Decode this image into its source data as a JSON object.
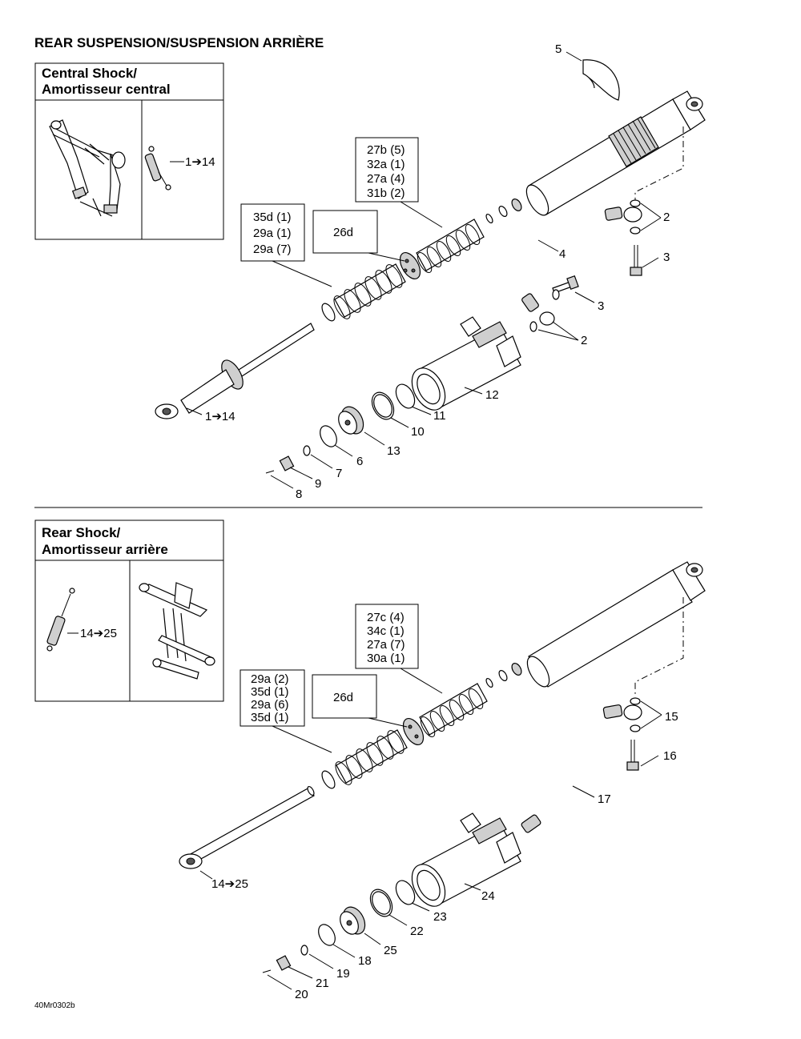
{
  "title": "REAR SUSPENSION/SUSPENSION ARRIÈRE",
  "reference": "40Mr0302b",
  "central_panel": {
    "title_line1": "Central Shock/",
    "title_line2": "Amortisseur central",
    "range_label": "1➔14"
  },
  "rear_panel": {
    "title_line1": "Rear Shock/",
    "title_line2": "Amortisseur arrière",
    "range_label": "14➔25"
  },
  "central_boxes": {
    "left": [
      "35d (1)",
      "29a (1)",
      "29a (7)"
    ],
    "middle": "26d",
    "right": [
      "27b (5)",
      "32a (1)",
      "27a (4)",
      "31b (2)"
    ]
  },
  "rear_boxes": {
    "left": [
      "29a (2)",
      "35d (1)",
      "29a (6)",
      "35d (1)"
    ],
    "middle": "26d",
    "right": [
      "27c (4)",
      "34c (1)",
      "27a (7)",
      "30a (1)"
    ]
  },
  "central_callouts": {
    "c5": "5",
    "c2a": "2",
    "c3a": "3",
    "c4": "4",
    "c3b": "3",
    "c2b": "2",
    "c12": "12",
    "c11": "11",
    "c10": "10",
    "c13": "13",
    "c6": "6",
    "c7": "7",
    "c9": "9",
    "c8": "8",
    "range": "1➔14"
  },
  "rear_callouts": {
    "c15": "15",
    "c16": "16",
    "c17": "17",
    "c24": "24",
    "c23": "23",
    "c22": "22",
    "c25": "25",
    "c18": "18",
    "c19": "19",
    "c21": "21",
    "c20": "20",
    "range": "14➔25"
  }
}
